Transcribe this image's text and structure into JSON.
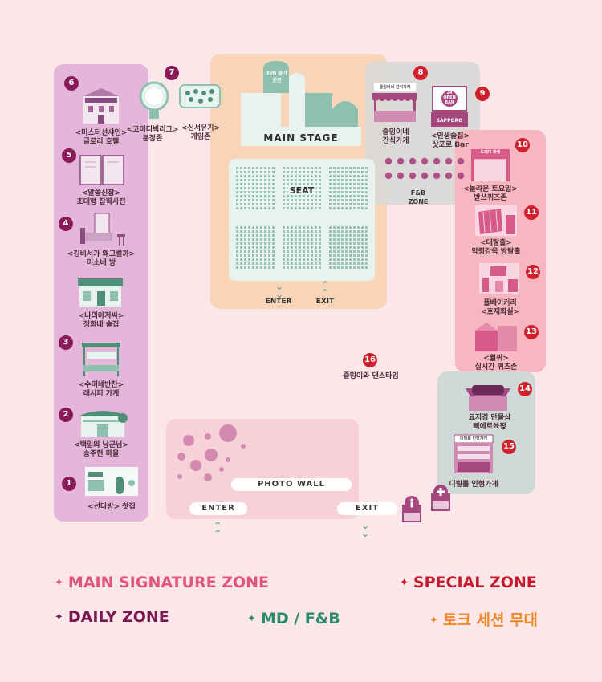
{
  "colors": {
    "background": "#fbe6ea",
    "daily_zone": "#e4b6da",
    "main_stage_zone": "#f8d5b9",
    "fnb_zone": "#d8dbd8",
    "special_zone": "#f6b7c0",
    "md_zone": "#cfdad8",
    "photo_zone": "#f7d0d8",
    "number_purple": "#8b1a5a",
    "number_red": "#d11f2c"
  },
  "daily_zone": {
    "items": [
      {
        "num": "6",
        "label_1": "<미스터선샤인>",
        "label_2": "글로리 호텔",
        "icon": "hotel-icon"
      },
      {
        "num": "5",
        "label_1": "<알쓸신잡>",
        "label_2": "초대형 잡학사전",
        "icon": "book-icon"
      },
      {
        "num": "4",
        "label_1": "<김비서가 왜그럴까>",
        "label_2": "미소네 방",
        "icon": "bedroom-icon"
      },
      {
        "num": "",
        "label_1": "<나의아저씨>",
        "label_2": "정희네 술집",
        "icon": "bar-shop-icon"
      },
      {
        "num": "3",
        "label_1": "<수미네반찬>",
        "label_2": "레시피 가게",
        "icon": "recipe-stall-icon"
      },
      {
        "num": "2",
        "label_1": "<백일의 낭군님>",
        "label_2": "송주현 마을",
        "icon": "village-icon"
      },
      {
        "num": "1",
        "label_1": "<선다방>",
        "label_2": "찻집",
        "icon": "cafe-icon"
      }
    ]
  },
  "top_items": [
    {
      "num": "",
      "label_1": "<코미디빅리그>",
      "label_2": "분장존",
      "icon": "mirror-icon"
    },
    {
      "num": "7",
      "label_1": "<신서유기>",
      "label_2": "게임존",
      "icon": "game-table-icon"
    }
  ],
  "main_stage": {
    "title": "MAIN STAGE",
    "seat_label": "SEAT",
    "enter": "ENTER",
    "exit": "EXIT",
    "sign_text": "tvN 즐거운전"
  },
  "fnb": {
    "zone_label_1": "F&B",
    "zone_label_2": "ZONE",
    "items": [
      {
        "num": "8",
        "label_1": "즐밍이네",
        "label_2": "간식가게",
        "sign": "즐밍이네 간식가게",
        "icon": "snack-shop-icon"
      },
      {
        "num": "9",
        "label_1": "<인생술집>",
        "label_2": "삿포로 Bar",
        "sign": "24 OPEN BAR",
        "sign2": "SAPPORO",
        "icon": "beer-bar-icon"
      }
    ]
  },
  "special_zone": {
    "items": [
      {
        "num": "10",
        "label_1": "<놀라운 토요일>",
        "label_2": "받쓰퀴즈존",
        "sign": "도레미 마켓",
        "icon": "quiz-stage-icon"
      },
      {
        "num": "11",
        "label_1": "<대탈출>",
        "label_2": "악령감옥 방탈출",
        "icon": "escape-room-icon"
      },
      {
        "num": "12",
        "label_1": "플베이커리",
        "label_2": "<호재화실>",
        "icon": "studio-icon"
      },
      {
        "num": "13",
        "label_1": "<월퀴>",
        "label_2": "실시간 퀴즈존",
        "icon": "quiz-box-icon"
      }
    ]
  },
  "center_item": {
    "num": "16",
    "label": "즐밍이와 댄스타임"
  },
  "md_zone": {
    "items": [
      {
        "num": "14",
        "label_1": "요지경 만물상",
        "label_2": "삐에로쑈핑",
        "icon": "md-shop-icon"
      },
      {
        "num": "15",
        "label_1": "디빌롤 인형가게",
        "label_2": "",
        "sign": "디빌롤 인형가게",
        "icon": "doll-shop-icon"
      }
    ]
  },
  "photo_zone": {
    "title": "PHOTO WALL",
    "enter": "ENTER",
    "exit": "EXIT"
  },
  "legend": [
    {
      "text": "MAIN SIGNATURE ZONE",
      "color": "#e0567a"
    },
    {
      "text": "SPECIAL ZONE",
      "color": "#c81a2a"
    },
    {
      "text": "DAILY ZONE",
      "color": "#7a1650"
    },
    {
      "text": "MD / F&B",
      "color": "#2f8a6c"
    },
    {
      "text": "토크 세션 무대",
      "color": "#ee8a2a"
    }
  ]
}
